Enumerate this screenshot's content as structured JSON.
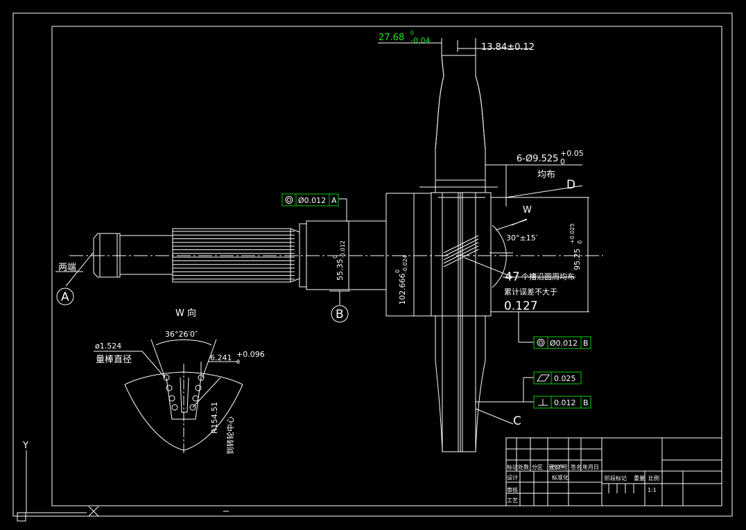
{
  "colors": {
    "background": "#000000",
    "lines": "#ffffff",
    "tolerance_frames": "#00d000",
    "accent_text": "#19e619"
  },
  "dimensions": {
    "hub_width": "27.68",
    "hub_width_tol_upper": "0",
    "hub_width_tol_lower": "-0.04",
    "rim_width": "13.84±0.12",
    "holes": "6-Ø9.525",
    "holes_tol_upper": "+0.05",
    "holes_tol_lower": "0",
    "holes_note": "均布",
    "bore_dia": "95.25",
    "bore_tol_upper": "+0.025",
    "bore_tol_lower": "0",
    "flange_dia": "102.666",
    "flange_tol_upper": "0",
    "flange_tol_lower": "-0.024",
    "journal_dia": "55.35",
    "journal_tol_upper": "0",
    "journal_tol_lower": "-0.012",
    "angle": "30°±15′",
    "pin_dia": "ø1.524",
    "pin_label": "量棒直径",
    "tooth_angle": "36°26′0″",
    "span": "6.241",
    "span_tol_upper": "+0.096",
    "span_tol_lower": "0",
    "radius": "R154.51",
    "radius_note": "到转轮中心"
  },
  "notes": {
    "two_ends": "两端",
    "groove_count": "47",
    "groove_note": "个槽沿圆周均布",
    "error_note": "累计误差不大于",
    "error_value": "0.127",
    "view_title": "W 向",
    "view_arrow": "W"
  },
  "datums": {
    "a": "A",
    "b": "B",
    "c": "C",
    "d": "D"
  },
  "tolerances": {
    "coax_a": {
      "value": "Ø0.012",
      "datum": "A"
    },
    "coax_b": {
      "value": "Ø0.012",
      "datum": "B"
    },
    "flatness": {
      "value": "0.025"
    },
    "perpendicularity": {
      "value": "0.012",
      "datum": "B"
    }
  },
  "title_block": {
    "row1": [
      "标记",
      "处数",
      "分区",
      "更改文件号",
      "签名",
      "年月日"
    ],
    "design": "设计",
    "standardize": "标准化",
    "review": "审核",
    "process": "工艺",
    "stage": "阶段标记",
    "weight": "重量",
    "scale_label": "比例",
    "scale": "1:1"
  },
  "ucs": {
    "y": "Y"
  }
}
